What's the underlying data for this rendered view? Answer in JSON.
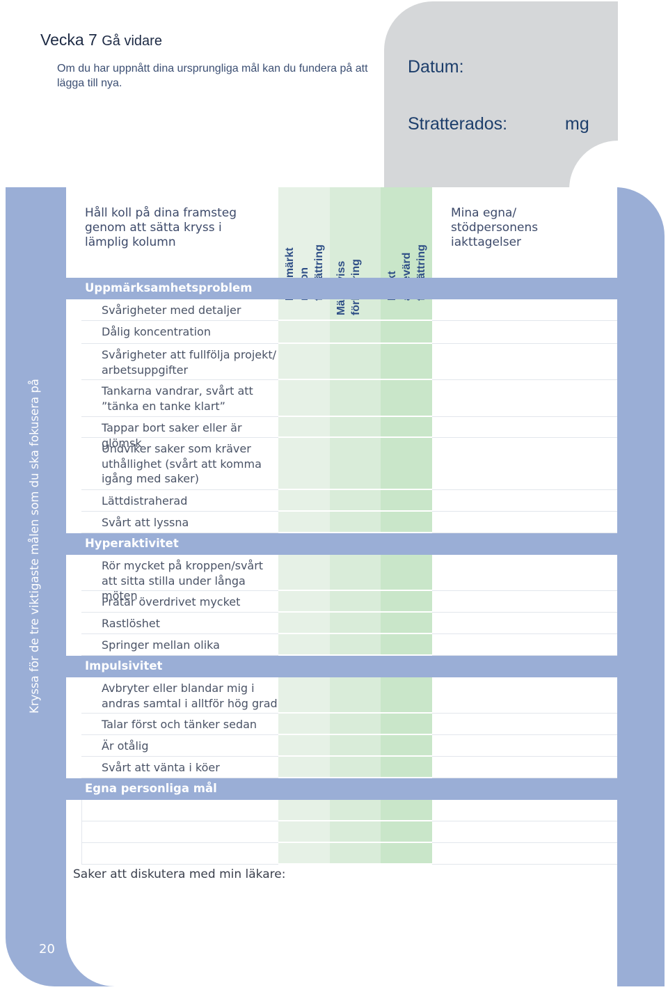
{
  "header": {
    "week_label": "Vecka 7",
    "week_title": "Gå vidare",
    "intro": "Om du har uppnått dina ursprungliga mål kan du fundera på att lägga till nya.",
    "datum_label": "Datum:",
    "dose_label": "Stratterados:",
    "dose_unit": "mg"
  },
  "side_label": "Kryssa för de tre viktigaste målen som du ska fokusera på",
  "page_number": "20",
  "table": {
    "instruction": "Håll koll på dina framsteg genom att sätta kryss i lämplig kolumn",
    "columns": [
      {
        "label": "Inte märkt någon förbättring",
        "color": "#e6f1e6"
      },
      {
        "label": "Märkt viss förbättring",
        "color": "#d9ecd9"
      },
      {
        "label": "Märkt avsevärd förbättring",
        "color": "#c9e6c9"
      }
    ],
    "notes_header": "Mina egna/ stödpersonens iakttagelser",
    "sections": [
      {
        "title": "Uppmärksamhetsproblem",
        "items": [
          "Svårigheter med detaljer",
          "Dålig koncentration",
          "Svårigheter att fullfölja projekt/ arbetsuppgifter",
          "Tankarna vandrar, svårt att ”tänka en tanke klart”",
          "Tappar bort saker eller är glömsk",
          "Undviker saker som kräver uthållighet (svårt att komma igång med saker)",
          "Lättdistraherad",
          "Svårt att lyssna"
        ]
      },
      {
        "title": "Hyperaktivitet",
        "items": [
          "Rör mycket på kroppen/svårt att sitta stilla under långa möten",
          "Pratar överdrivet mycket",
          "Rastlöshet",
          "Springer mellan olika aktiviteter"
        ]
      },
      {
        "title": "Impulsivitet",
        "items": [
          "Avbryter eller blandar mig i andras samtal i alltför hög grad",
          "Talar först och tänker sedan",
          "Är otålig",
          "Svårt att vänta i köer"
        ]
      },
      {
        "title": "Egna personliga mål",
        "items": [
          "",
          "",
          ""
        ]
      }
    ],
    "discuss_label": "Saker att diskutera med min läkare:"
  }
}
